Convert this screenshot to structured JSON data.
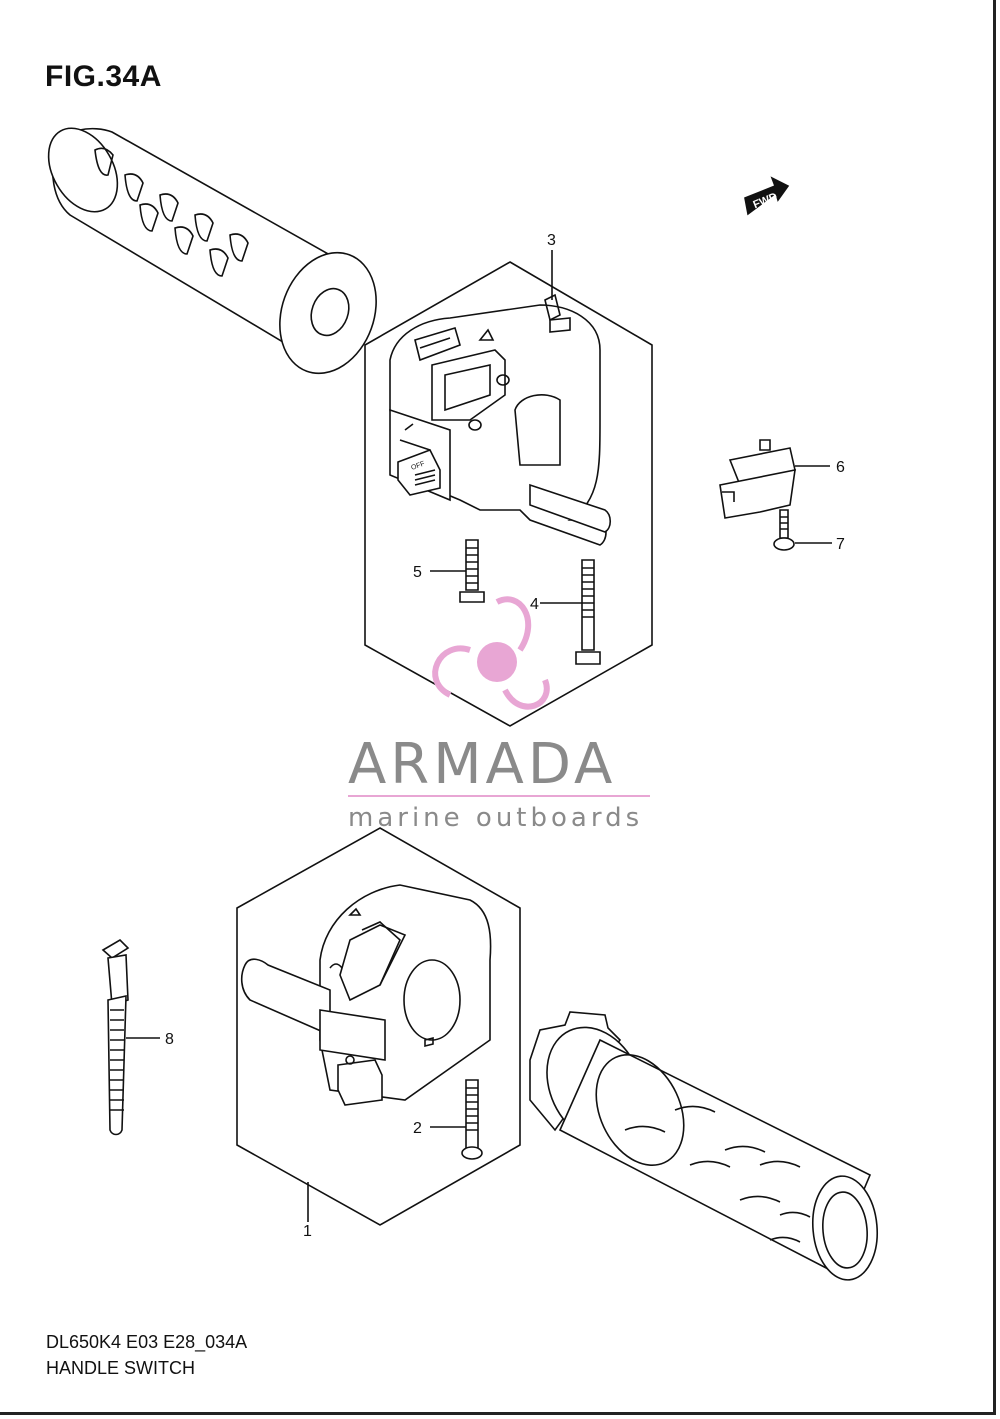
{
  "figure": {
    "title": "FIG.34A",
    "model_code": "DL650K4 E03 E28_034A",
    "name": "HANDLE SWITCH"
  },
  "fwd_label": "FWD",
  "callouts": [
    "1",
    "2",
    "3",
    "4",
    "5",
    "6",
    "7",
    "8"
  ],
  "watermark": {
    "brand": "ARMADA",
    "tagline": "marine outboards",
    "accent_color": "#e8a6d4",
    "text_color": "#8a8a8a"
  },
  "switch_labels": {
    "off": "OFF"
  }
}
